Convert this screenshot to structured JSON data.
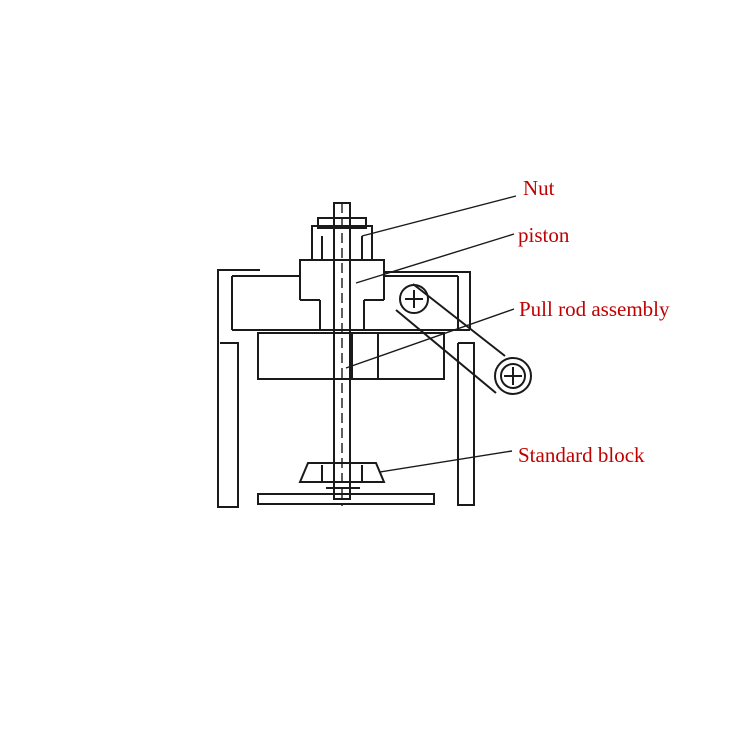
{
  "labels": {
    "nut": "Nut",
    "piston": "piston",
    "pull_rod_assembly": "Pull rod assembly",
    "standard_block": "Standard block"
  },
  "colors": {
    "label_text": "#c00000",
    "line": "#1a1a1a",
    "background": "#ffffff"
  }
}
